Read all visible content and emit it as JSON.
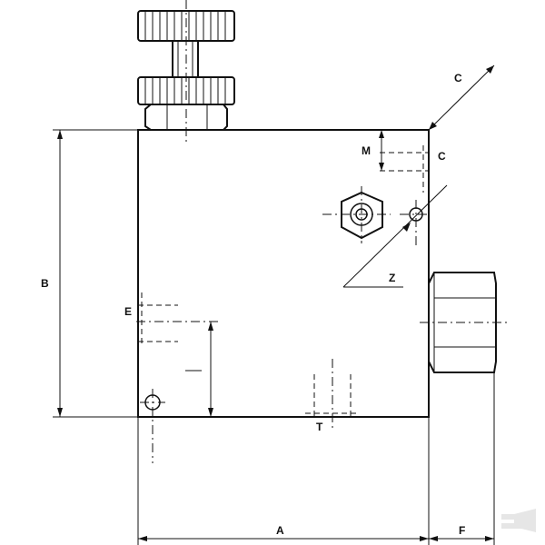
{
  "labels": {
    "A": "A",
    "B": "B",
    "C_top": "C",
    "C_side": "C",
    "M": "M",
    "E": "E",
    "Z": "Z",
    "T": "T",
    "F": "F"
  },
  "colors": {
    "line": "#111111",
    "watermark": "#e6e6e6",
    "background": "#ffffff"
  }
}
